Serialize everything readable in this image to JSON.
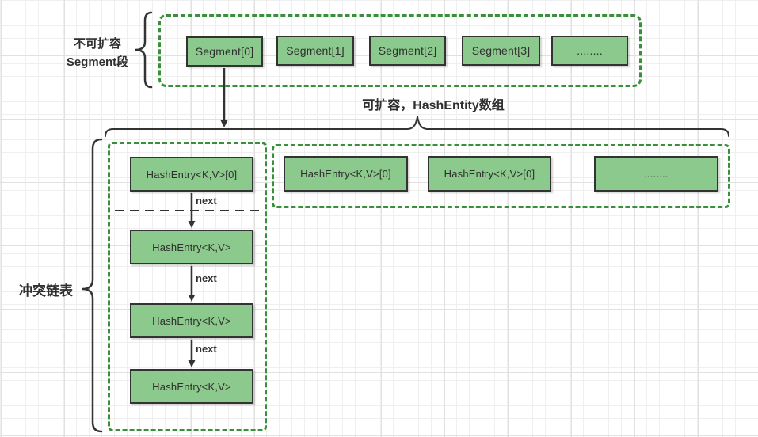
{
  "colors": {
    "node_fill": "#8cc98c",
    "node_border": "#333333",
    "container_dash": "#3a8f3a",
    "text": "#2f2f2f"
  },
  "top_group": {
    "brace_label": [
      "不可扩容",
      "Segment段"
    ],
    "segments": [
      "Segment[0]",
      "Segment[1]",
      "Segment[2]",
      "Segment[3]",
      "........"
    ]
  },
  "array_group": {
    "brace_label": "可扩容，HashEntity数组",
    "boxes": [
      "HashEntry<K,V>[0]",
      "HashEntry<K,V>[0]",
      "........"
    ]
  },
  "chain_group": {
    "brace_label": "冲突链表",
    "head": "HashEntry<K,V>[0]",
    "nodes": [
      "HashEntry<K,V>",
      "HashEntry<K,V>",
      "HashEntry<K,V>"
    ],
    "next_label": "next"
  }
}
